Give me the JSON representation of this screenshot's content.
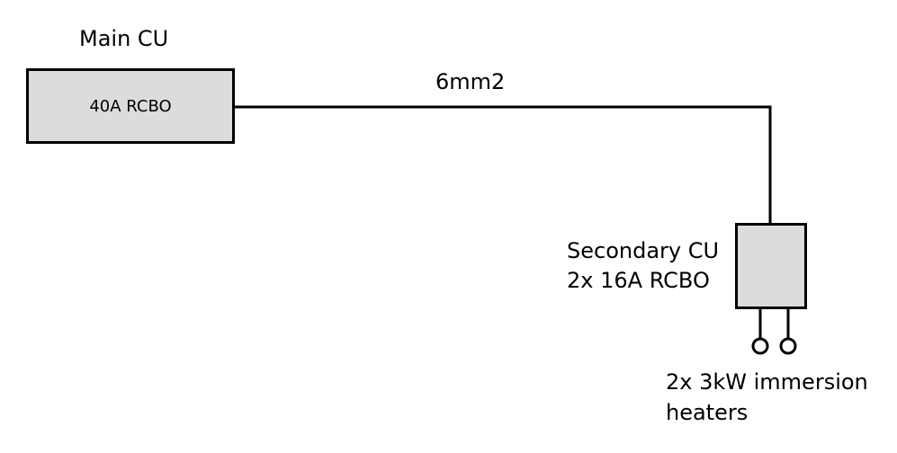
{
  "main_cu": {
    "title": "Main CU",
    "device": "40A RCBO"
  },
  "cable": {
    "label": "6mm2"
  },
  "secondary_cu": {
    "line1": "Secondary CU",
    "line2": "2x 16A RCBO"
  },
  "load": {
    "line1": "2x 3kW immersion",
    "line2": "heaters"
  }
}
